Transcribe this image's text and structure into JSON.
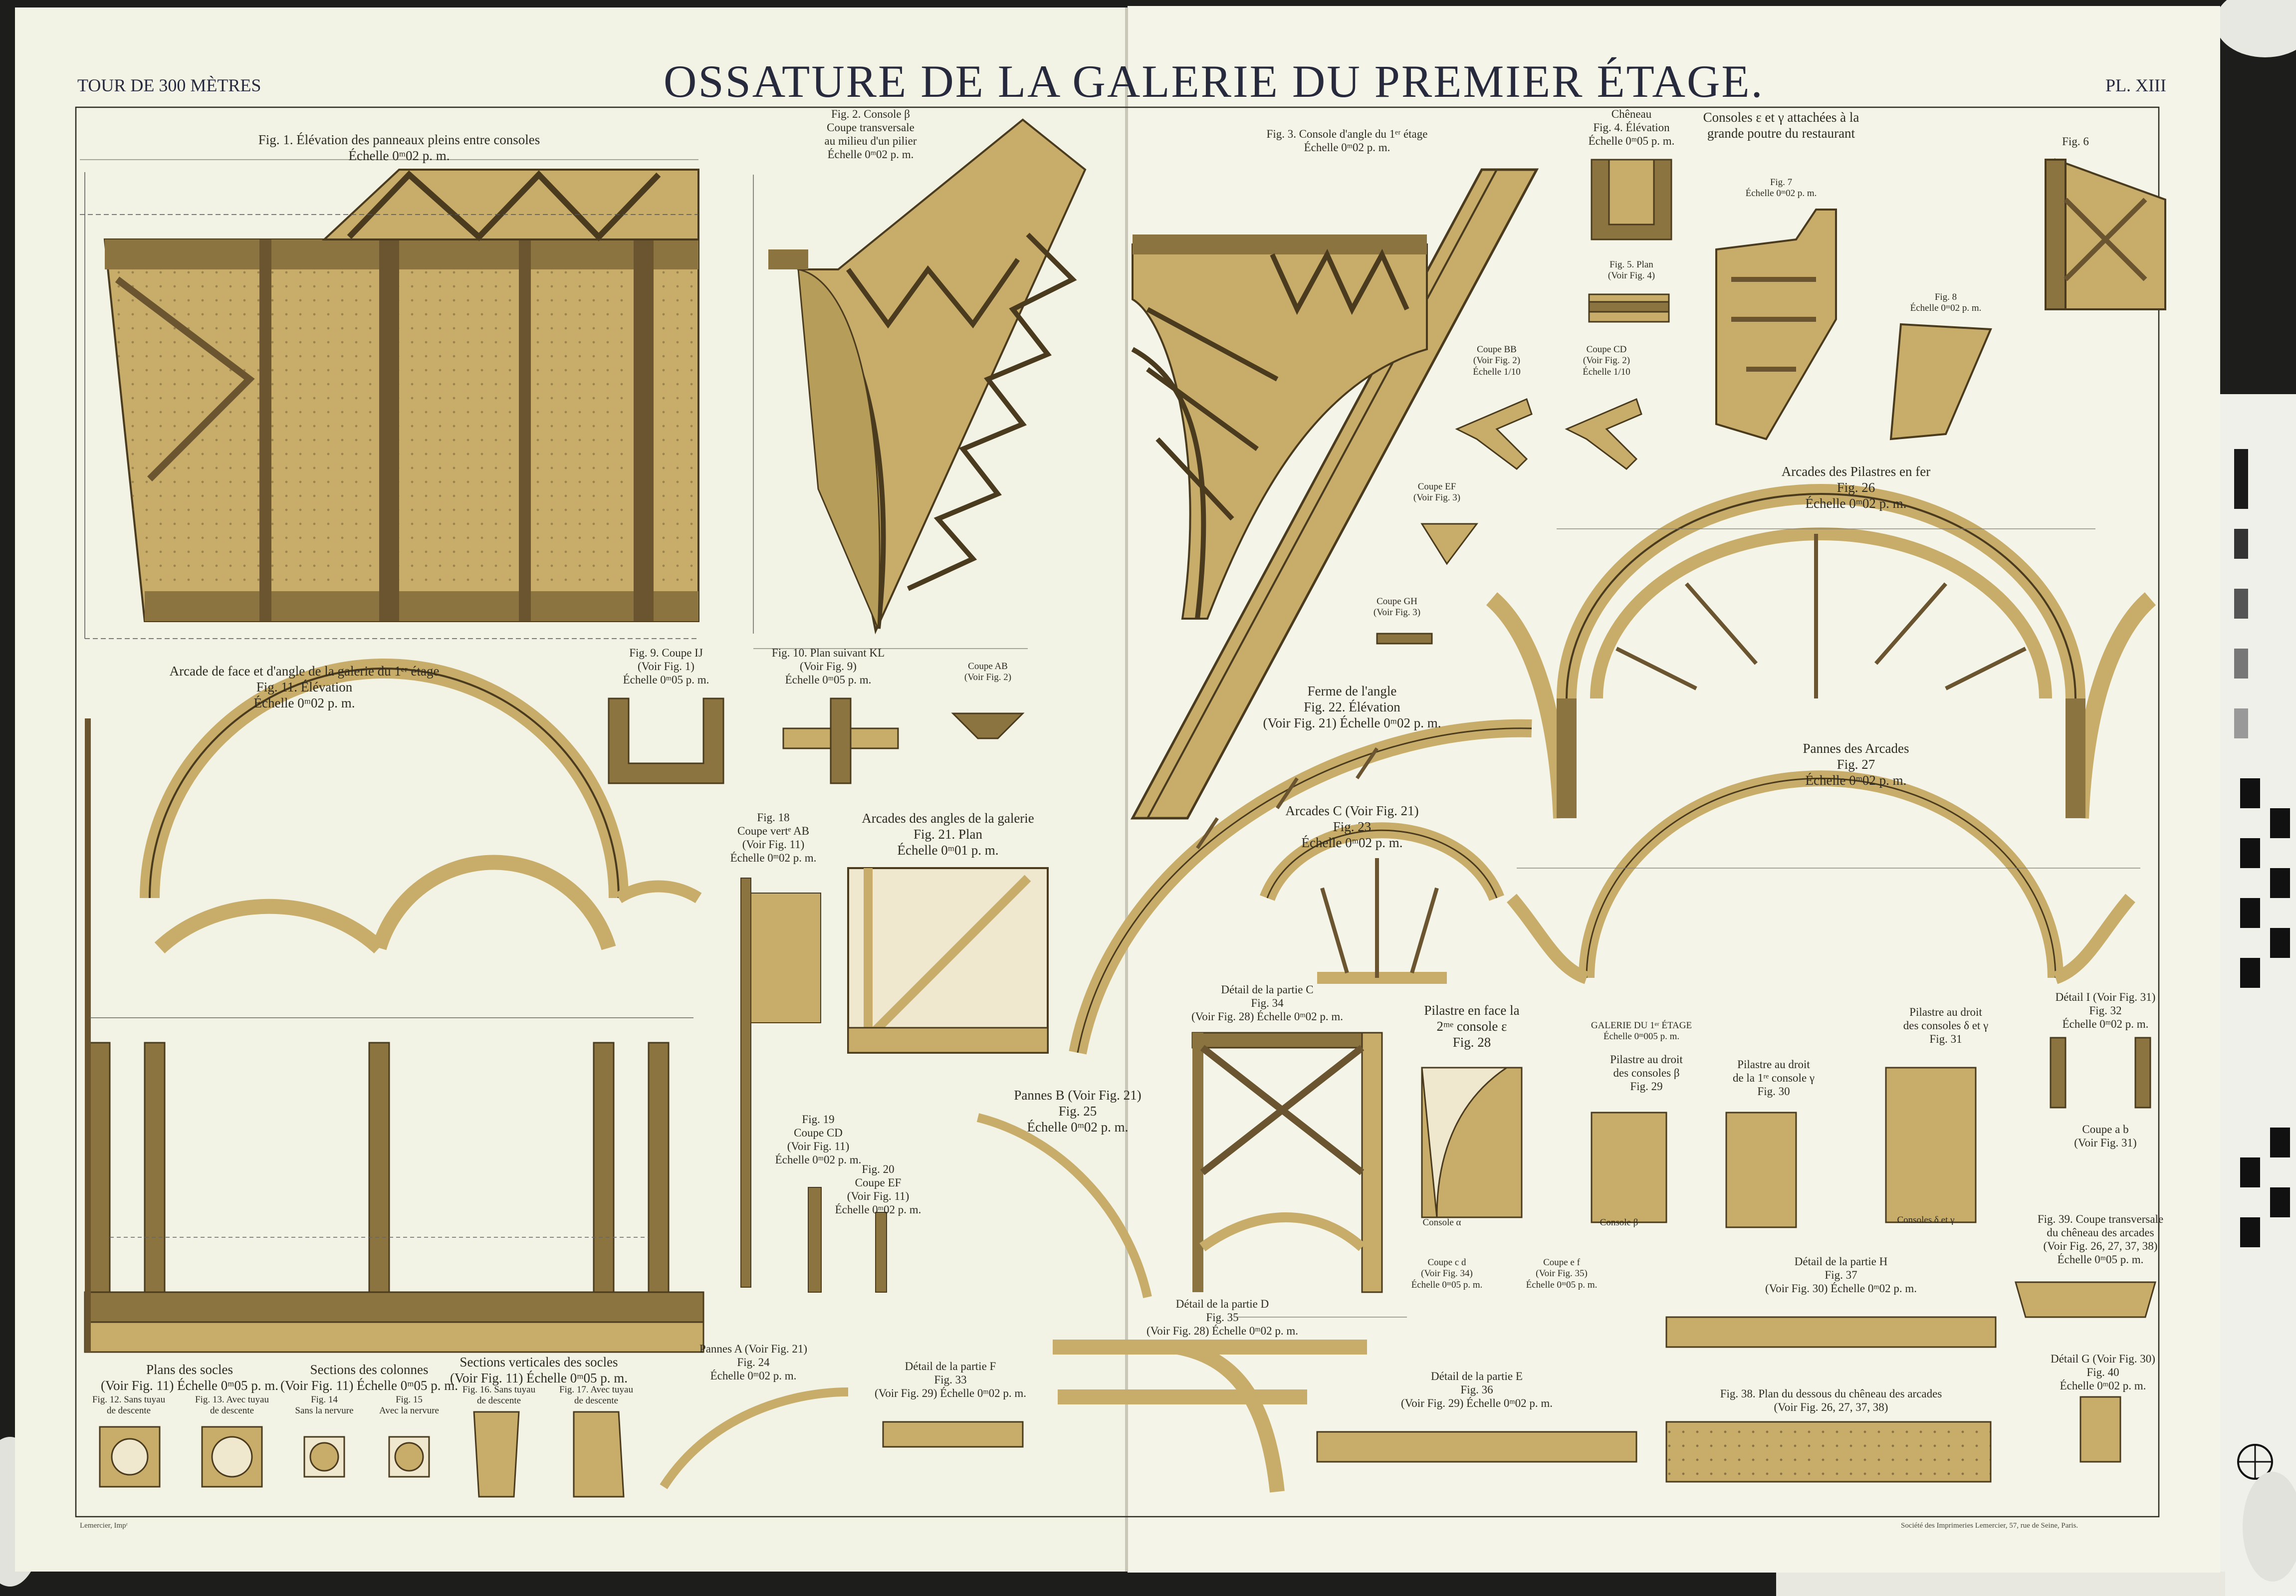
{
  "plate": {
    "running_head_left": "TOUR DE 300 MÈTRES",
    "title": "OSSATURE DE LA GALERIE DU PREMIER ÉTAGE.",
    "plate_number": "PL. XIII"
  },
  "figures": {
    "fig1": [
      "Fig. 1. Élévation des panneaux pleins entre consoles",
      "Échelle 0ᵐ02 p. m."
    ],
    "fig2": [
      "Fig. 2. Console β",
      "Coupe transversale",
      "au milieu d'un pilier",
      "Échelle 0ᵐ02 p. m."
    ],
    "fig3": [
      "Fig. 3. Console d'angle du 1ᵉʳ étage",
      "Échelle 0ᵐ02 p. m."
    ],
    "fig4": [
      "Chêneau",
      "Fig. 4. Élévation",
      "Échelle 0ᵐ05 p. m."
    ],
    "fig5": [
      "Fig. 5. Plan",
      "(Voir Fig. 4)"
    ],
    "consoles_header": [
      "Consoles ε et γ attachées à la",
      "grande poutre du restaurant"
    ],
    "fig7": [
      "Fig. 7",
      "Échelle 0ᵐ02 p. m."
    ],
    "fig6": [
      "Fig. 6"
    ],
    "fig8": [
      "Fig. 8",
      "Échelle 0ᵐ02 p. m."
    ],
    "coupe_bb": [
      "Coupe BB",
      "(Voir Fig. 2)",
      "Échelle 1/10"
    ],
    "coupe_cd": [
      "Coupe CD",
      "(Voir Fig. 2)",
      "Échelle 1/10"
    ],
    "coupe_ef": [
      "Coupe EF",
      "(Voir Fig. 3)"
    ],
    "coupe_gh": [
      "Coupe GH",
      "(Voir Fig. 3)"
    ],
    "fig26": [
      "Arcades des Pilastres en fer",
      "Fig. 26",
      "Échelle 0ᵐ02 p. m."
    ],
    "fig11": [
      "Arcade de face et d'angle de la galerie du 1ᵉʳ étage",
      "Fig. 11. Élévation",
      "Échelle 0ᵐ02 p. m."
    ],
    "fig9": [
      "Fig. 9. Coupe IJ",
      "(Voir Fig. 1)",
      "Échelle 0ᵐ05 p. m."
    ],
    "fig10": [
      "Fig. 10. Plan suivant KL",
      "(Voir Fig. 9)",
      "Échelle 0ᵐ05 p. m."
    ],
    "coupe_ab": [
      "Coupe AB",
      "(Voir Fig. 2)"
    ],
    "fig22": [
      "Ferme de l'angle",
      "Fig. 22. Élévation",
      "(Voir Fig. 21) Échelle 0ᵐ02 p. m."
    ],
    "fig27": [
      "Pannes des Arcades",
      "Fig. 27",
      "Échelle 0ᵐ02 p. m."
    ],
    "fig18": [
      "Fig. 18",
      "Coupe vertᵉ AB",
      "(Voir Fig. 11)",
      "Échelle 0ᵐ02 p. m."
    ],
    "fig21": [
      "Arcades des angles de la galerie",
      "Fig. 21. Plan",
      "Échelle 0ᵐ01 p. m."
    ],
    "fig23": [
      "Arcades C (Voir Fig. 21)",
      "Fig. 23",
      "Échelle 0ᵐ02 p. m."
    ],
    "fig34": [
      "Détail de la partie C",
      "Fig. 34",
      "(Voir Fig. 28) Échelle 0ᵐ02 p. m."
    ],
    "fig28": [
      "Pilastre en face la",
      "2ᵐᵉ console ε",
      "Fig. 28"
    ],
    "galerie": [
      "GALERIE DU 1ᵉʳ ÉTAGE",
      "Échelle 0ᵐ005 p. m."
    ],
    "fig29": [
      "Pilastre au droit",
      "des consoles β",
      "Fig. 29"
    ],
    "fig30": [
      "Pilastre au droit",
      "de la 1ʳᵉ console γ",
      "Fig. 30"
    ],
    "fig31": [
      "Pilastre au droit",
      "des consoles δ et γ",
      "Fig. 31"
    ],
    "fig32": [
      "Détail I (Voir Fig. 31)",
      "Fig. 32",
      "Échelle 0ᵐ02 p. m."
    ],
    "fig25": [
      "Pannes B (Voir Fig. 21)",
      "Fig. 25",
      "Échelle 0ᵐ02 p. m."
    ],
    "fig19": [
      "Fig. 19",
      "Coupe CD",
      "(Voir Fig. 11)",
      "Échelle 0ᵐ02 p. m."
    ],
    "fig20": [
      "Fig. 20",
      "Coupe EF",
      "(Voir Fig. 11)",
      "Échelle 0ᵐ02 p. m."
    ],
    "coupe_ab2": [
      "Coupe a b",
      "(Voir Fig. 31)"
    ],
    "fig39": [
      "Fig. 39. Coupe transversale",
      "du chêneau des arcades",
      "(Voir Fig. 26, 27, 37, 38)",
      "Échelle 0ᵐ05 p. m."
    ],
    "coupe_cd2": [
      "Coupe c d",
      "(Voir Fig. 34)",
      "Échelle 0ᵐ05 p. m."
    ],
    "coupe_ef2": [
      "Coupe e f",
      "(Voir Fig. 35)",
      "Échelle 0ᵐ05 p. m."
    ],
    "fig37": [
      "Détail de la partie H",
      "Fig. 37",
      "(Voir Fig. 30) Échelle 0ᵐ02 p. m."
    ],
    "fig35": [
      "Détail de la partie D",
      "Fig. 35",
      "(Voir Fig. 28) Échelle 0ᵐ02 p. m."
    ],
    "fig40": [
      "Détail G (Voir Fig. 30)",
      "Fig. 40",
      "Échelle 0ᵐ02 p. m."
    ],
    "plans_socles": [
      "Plans des socles",
      "(Voir Fig. 11) Échelle 0ᵐ05 p. m."
    ],
    "fig12": [
      "Fig. 12. Sans tuyau",
      "de descente"
    ],
    "fig13": [
      "Fig. 13. Avec tuyau",
      "de descente"
    ],
    "sections_colonnes": [
      "Sections des colonnes",
      "(Voir Fig. 11) Échelle 0ᵐ05 p. m."
    ],
    "fig14": [
      "Fig. 14",
      "Sans la nervure"
    ],
    "fig15": [
      "Fig. 15",
      "Avec la nervure"
    ],
    "sections_socles": [
      "Sections verticales des socles",
      "(Voir Fig. 11) Échelle 0ᵐ05 p. m."
    ],
    "fig16": [
      "Fig. 16. Sans tuyau",
      "de descente"
    ],
    "fig17": [
      "Fig. 17. Avec tuyau",
      "de descente"
    ],
    "fig24": [
      "Pannes A (Voir Fig. 21)",
      "Fig. 24",
      "Échelle 0ᵐ02 p. m."
    ],
    "fig33": [
      "Détail de la partie F",
      "Fig. 33",
      "(Voir Fig. 29) Échelle 0ᵐ02 p. m."
    ],
    "fig36": [
      "Détail de la partie E",
      "Fig. 36",
      "(Voir Fig. 29) Échelle 0ᵐ02 p. m."
    ],
    "fig38": [
      "Fig. 38. Plan du dessous du chêneau des arcades",
      "(Voir Fig. 26, 27, 37, 38)"
    ],
    "console_alpha": [
      "Console α"
    ],
    "console_beta": [
      "Console β"
    ],
    "consoles_dg": [
      "Consoles δ et γ"
    ]
  },
  "footers": {
    "left": "Lemercier, Impʳ",
    "right": "Société des Imprimeries Lemercier, 57, rue de Seine, Paris."
  },
  "colors": {
    "background": "#1d1d1b",
    "paper": "#f4f5e8",
    "metal_fill": "#bfa35e",
    "metal_dark": "#6a5530",
    "ink": "#2e2b22",
    "title_ink": "#262a3c",
    "ruler_black": "#111111"
  },
  "icons": [
    "color-calibration-ruler",
    "cloth-glove"
  ]
}
